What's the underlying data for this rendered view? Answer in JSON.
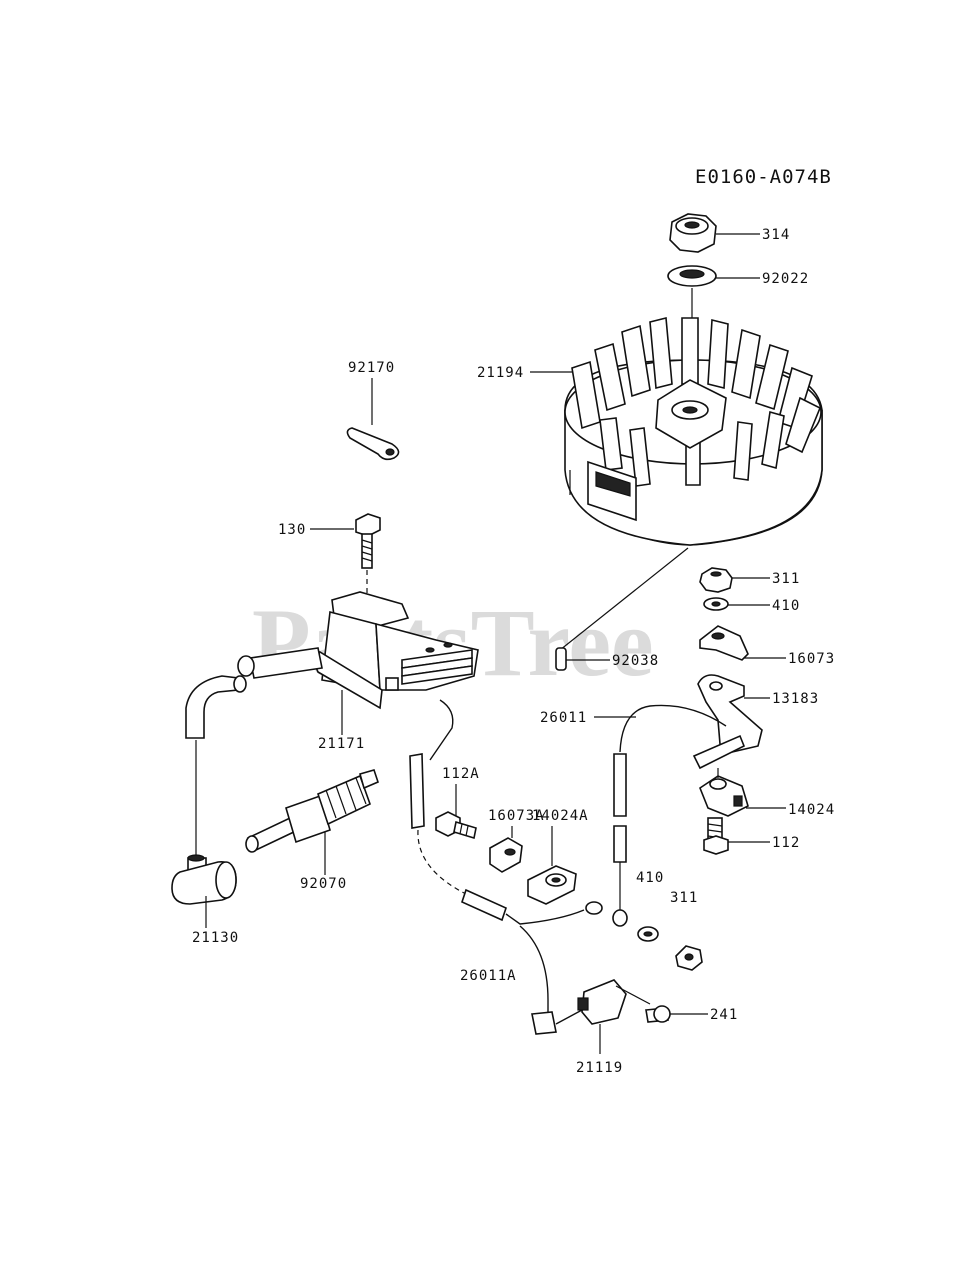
{
  "diagram_code": "E0160-A074B",
  "watermark": "PartsTree",
  "labels": {
    "p314": "314",
    "p92022": "92022",
    "p21194": "21194",
    "p92170": "92170",
    "p130": "130",
    "p311_top": "311",
    "p410_top": "410",
    "p92038": "92038",
    "p16073": "16073",
    "p13183": "13183",
    "p26011": "26011",
    "p21171": "21171",
    "p112A": "112A",
    "p16073A": "16073A",
    "p14024A": "14024A",
    "p14024": "14024",
    "p112": "112",
    "p410_bot": "410",
    "p311_bot": "311",
    "p92070": "92070",
    "p21130": "21130",
    "p26011A": "26011A",
    "p241": "241",
    "p21119": "21119"
  }
}
